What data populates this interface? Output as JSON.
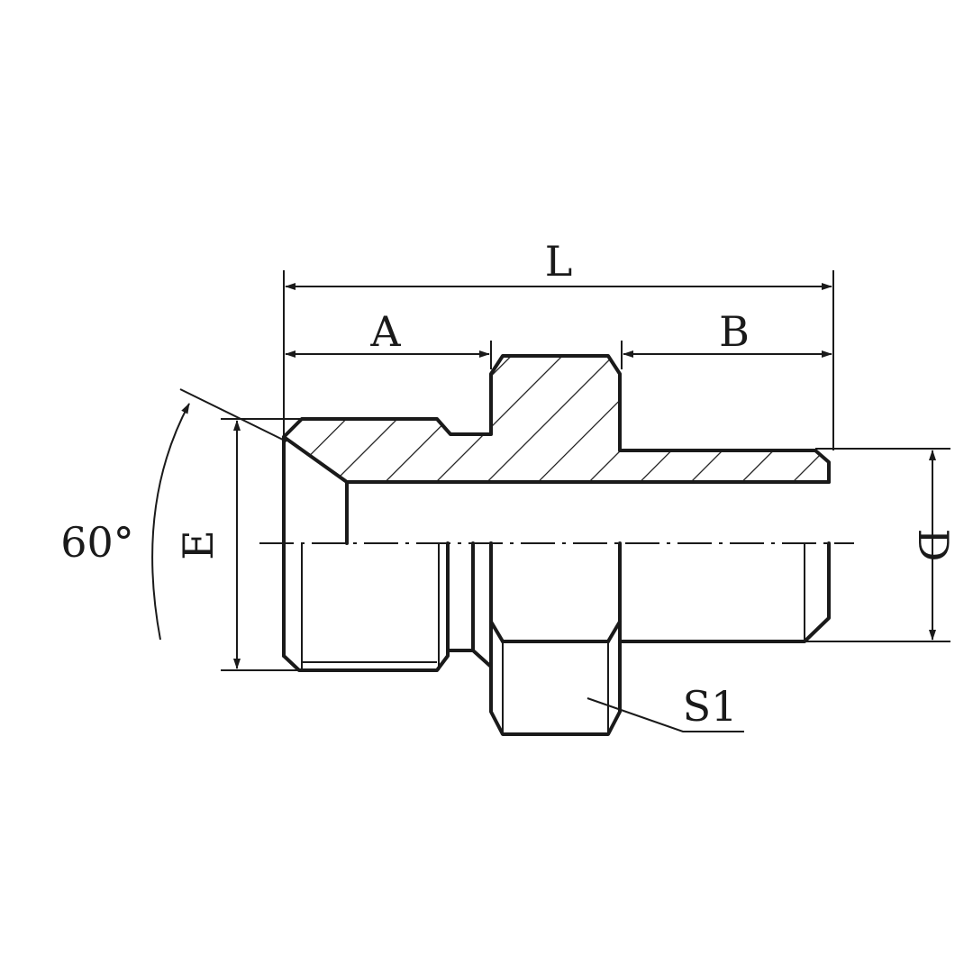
{
  "labels": {
    "L": "L",
    "A": "A",
    "B": "B",
    "E": "E",
    "D": "D",
    "S1": "S1",
    "angle": "60°"
  }
}
